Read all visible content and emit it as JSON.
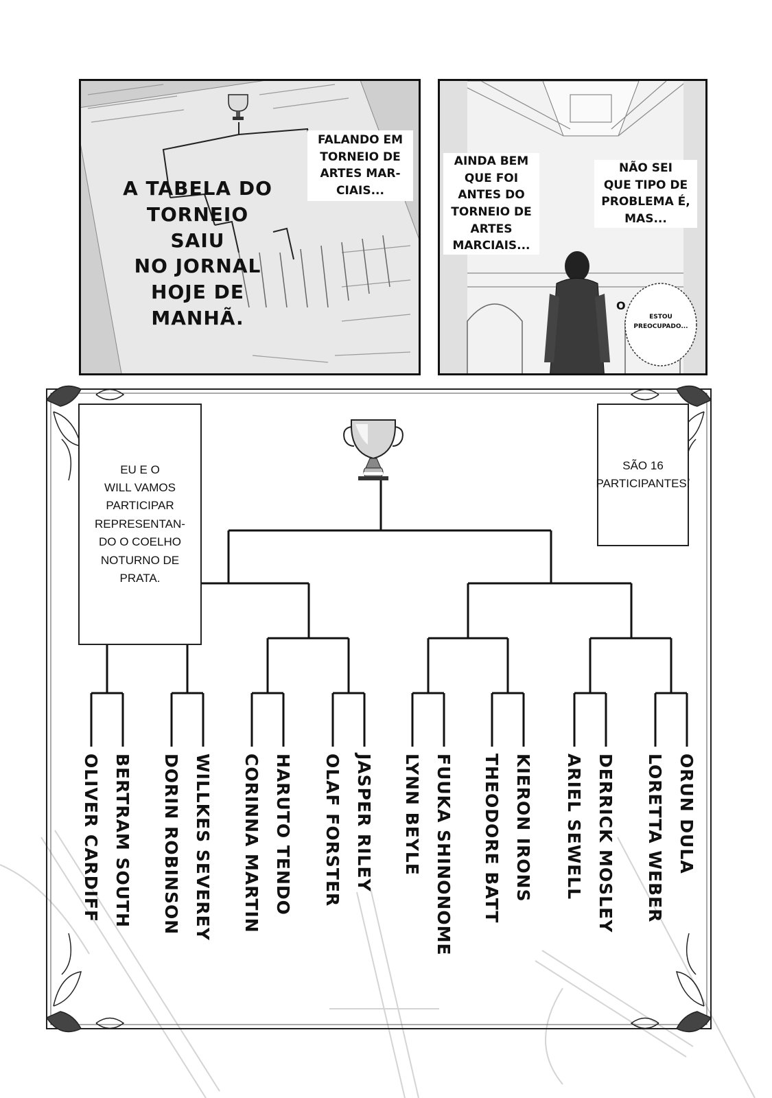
{
  "panels": {
    "left": {
      "caption_newspaper": "A TABELA DO\nTORNEIO SAIU\nNO JORNAL\nHOJE DE\nMANHÃ.",
      "caption_talking": "FALANDO EM\nTORNEIO DE\nARTES MAR-\nCIAIS..."
    },
    "right": {
      "caption_glad": "AINDA BEM\nQUE FOI\nANTES DO\nTORNEIO DE\nARTES\nMARCIAIS...",
      "caption_unsure": "NÃO SEI\nQUE TIPO DE\nPROBLEMA É,\nMAS...",
      "bubble_o": "O",
      "bubble_worried": "ESTOU\nPREOCUPADO..."
    }
  },
  "bracket": {
    "note_left": "EU E O\nWILL VAMOS\nPARTICIPAR\nREPRESENTAN-\nDO O COELHO\nNOTURNO DE\nPRATA.",
    "note_right": "SÃO 16\nPARTICIPANTES.",
    "participants": [
      "OLIVER CARDIFF",
      "BERTRAM SOUTH",
      "DORIN ROBINSON",
      "WILLKES SEVEREY",
      "CORINNA MARTIN",
      "HARUTO TENDO",
      "OLAF FORSTER",
      "JASPER RILEY",
      "LYNN BEYLE",
      "FUUKA SHINONOME",
      "THEODORE BATT",
      "KIERON IRONS",
      "ARIEL SEWELL",
      "DERRICK MOSLEY",
      "LORETTA WEBER",
      "ORUN DULA"
    ],
    "icons": {
      "trophy": "trophy-icon",
      "ornament": "ornament-corner-icon",
      "sword": "sword-icon"
    }
  }
}
